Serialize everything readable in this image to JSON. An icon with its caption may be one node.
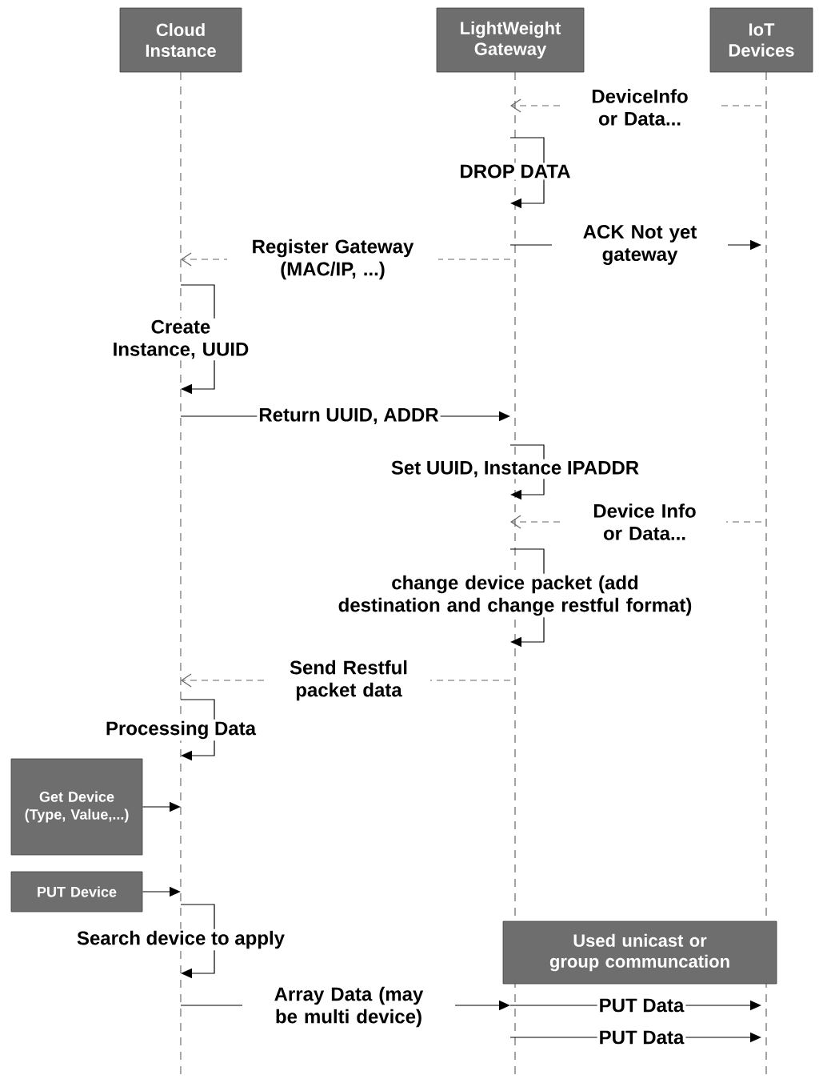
{
  "diagram": {
    "nodes": [
      {
        "text": [
          "Cloud Instance"
        ]
      },
      {
        "text": [
          "LightWeight Gateway"
        ]
      },
      {
        "text": [
          "IoT Devices"
        ]
      },
      {
        "text": [
          "Get Device (Type, Value,...)"
        ]
      },
      {
        "text": [
          "PUT Device"
        ]
      },
      {
        "text": [
          "Used unicast or group communcation"
        ]
      }
    ],
    "edges": [
      {
        "from": 2,
        "to": 1,
        "arrow": "to",
        "style": "dashed",
        "color": "#666666",
        "label": "DeviceInfo or Data..."
      },
      {
        "from": 1,
        "to": 1,
        "arrow": "to",
        "label": "DROP DATA"
      },
      {
        "from": 1,
        "to": 0,
        "arrow": "to",
        "style": "dashed",
        "color": "#666666",
        "label": "Register Gateway (MAC/IP, ...)"
      },
      {
        "from": 1,
        "to": 2,
        "arrow": "to",
        "label": "ACK Not yet gateway"
      },
      {
        "from": 0,
        "to": 0,
        "arrow": "to",
        "label": "Create Instance, UUID"
      },
      {
        "from": 0,
        "to": 1,
        "arrow": "to",
        "label": "Return UUID, ADDR"
      },
      {
        "from": 1,
        "to": 1,
        "arrow": "to",
        "label": "Set UUID, Instance IPADDR"
      },
      {
        "from": 2,
        "to": 1,
        "arrow": "to",
        "style": "dashed",
        "color": "#666666",
        "label": "Device Info or Data..."
      },
      {
        "from": 1,
        "to": 1,
        "arrow": "to",
        "label": "change device packet (add destination and change restful format)"
      },
      {
        "from": 1,
        "to": 0,
        "arrow": "to",
        "style": "dashed",
        "color": "#666666",
        "label": "Send Restful packet data"
      },
      {
        "from": 0,
        "to": 0,
        "arrow": "to",
        "label": "Processing Data"
      },
      {
        "from": 3,
        "to": 0,
        "arrow": "to"
      },
      {
        "from": 4,
        "to": 0,
        "arrow": "to"
      },
      {
        "from": 0,
        "to": 0,
        "arrow": "to",
        "label": "Search device to apply"
      },
      {
        "from": 0,
        "to": 1,
        "arrow": "to",
        "label": "Array Data (may be multi device)"
      },
      {
        "from": 1,
        "to": 2,
        "arrow": "to",
        "label": "PUT Data"
      },
      {
        "from": 1,
        "to": 2,
        "arrow": "to",
        "label": "PUT Data"
      }
    ]
  }
}
